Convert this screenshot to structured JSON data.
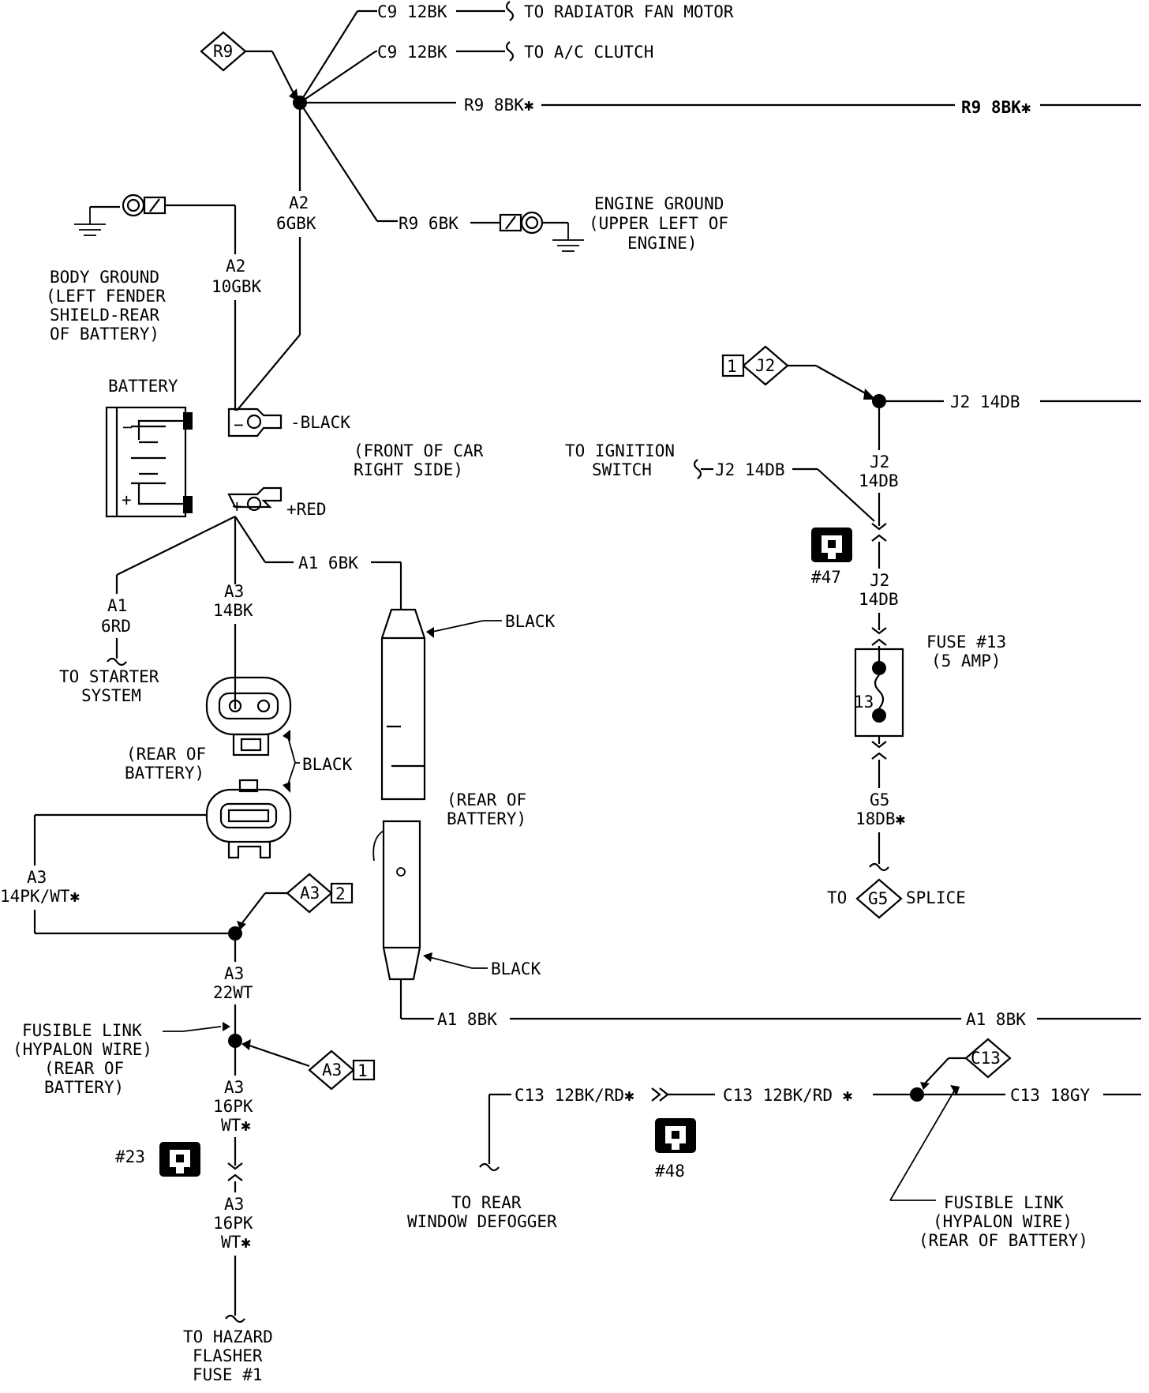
{
  "wires": {
    "c9_fan": "C9  12BK",
    "c9_ac": "C9  12BK",
    "r9_8bk_left": "R9  8BK✱",
    "r9_8bk_right": "R9 8BK✱",
    "a2_6gbk_1": "A2",
    "a2_6gbk_2": "6GBK",
    "a2_10gbk_1": "A2",
    "a2_10gbk_2": "10GBK",
    "r9_6bk": "R9  6BK",
    "j2_14db_top": "J2  14DB",
    "j2_14db_ign": "J2  14DB",
    "j2_14db_v1_1": "J2",
    "j2_14db_v1_2": "14DB",
    "j2_14db_v2_1": "J2",
    "j2_14db_v2_2": "14DB",
    "a1_6bk": "A1  6BK",
    "a1_6rd_1": "A1",
    "a1_6rd_2": "6RD",
    "a3_14bk_1": "A3",
    "a3_14bk_2": "14BK",
    "a3_14pkwt_1": "A3",
    "a3_14pkwt_2": "14PK/WT✱",
    "a3_22wt_1": "A3",
    "a3_22wt_2": "22WT",
    "a3_16pk_a_1": "A3",
    "a3_16pk_a_2": "16PK",
    "a3_16pk_a_3": "WT✱",
    "a3_16pk_b_1": "A3",
    "a3_16pk_b_2": "16PK",
    "a3_16pk_b_3": "WT✱",
    "a1_8bk_left": "A1  8BK",
    "a1_8bk_right": "A1  8BK",
    "g5_18db_1": "G5",
    "g5_18db_2": "18DB✱",
    "c13_rd_left": "C13  12BK/RD✱",
    "c13_rd_right": "C13  12BK/RD ✱",
    "c13_18gy": "C13  18GY"
  },
  "destinations": {
    "radiator_fan": "TO RADIATOR FAN MOTOR",
    "ac_clutch": "TO A/C CLUTCH",
    "engine_ground": [
      "ENGINE GROUND",
      "(UPPER LEFT OF",
      "ENGINE)"
    ],
    "body_ground": [
      "BODY GROUND",
      "(LEFT FENDER",
      "SHIELD-REAR",
      "OF BATTERY)"
    ],
    "ignition_switch": [
      "TO IGNITION",
      "SWITCH"
    ],
    "starter": [
      "TO STARTER",
      "SYSTEM"
    ],
    "rear_defogger": [
      "TO REAR",
      "WINDOW DEFOGGER"
    ],
    "hazard": [
      "TO HAZARD",
      "FLASHER",
      "FUSE #1"
    ],
    "g5_to": "TO",
    "g5_splice": "SPLICE"
  },
  "components": {
    "battery": "BATTERY",
    "neg_terminal": "-BLACK",
    "pos_terminal": "+RED",
    "front_of_car": [
      "(FRONT OF CAR",
      "RIGHT SIDE)"
    ],
    "rear_of_battery_left": [
      "(REAR OF",
      "BATTERY)"
    ],
    "rear_of_battery_mid": [
      "(REAR OF",
      "BATTERY)"
    ],
    "black_connector": "BLACK",
    "black_boot_top": "BLACK",
    "black_boot_bottom": "BLACK",
    "fuse13": [
      "FUSE #13",
      "(5 AMP)"
    ],
    "fuse13_num": "13",
    "fusible_link_left": [
      "FUSIBLE LINK",
      "(HYPALON WIRE)",
      "(REAR OF",
      "BATTERY)"
    ],
    "fusible_link_right": [
      "FUSIBLE LINK",
      "(HYPALON WIRE)",
      "(REAR OF BATTERY)"
    ],
    "neg_sign": "−",
    "pos_sign": "+",
    "neg_clamp_sign": "−",
    "pos_clamp_sign": "+"
  },
  "splices": {
    "r9": "R9",
    "j2": "J2",
    "j2_num": "1",
    "a3_top": "A3",
    "a3_top_num": "2",
    "a3_bot": "A3",
    "a3_bot_num": "1",
    "c13": "C13",
    "g5": "G5"
  },
  "connectors": {
    "c47": "#47",
    "c48": "#48",
    "c23": "#23"
  }
}
